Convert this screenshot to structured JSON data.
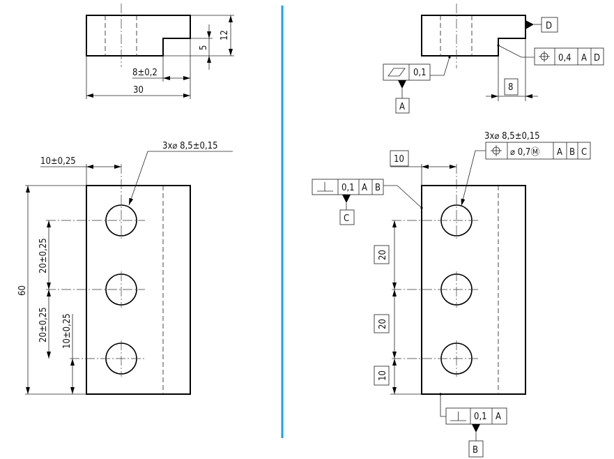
{
  "colors": {
    "divider": "#1aa3e8",
    "line": "#000000"
  },
  "left": {
    "top_view": {
      "dim_12": "12",
      "dim_5": "5",
      "dim_8": "8±0,2",
      "dim_30": "30"
    },
    "front_view": {
      "dim_10_top": "10±0,25",
      "hole_callout": "3x⌀ 8,5±0,15",
      "dim_60": "60",
      "dim_20_a": "20±0,25",
      "dim_20_b": "20±0,25",
      "dim_10_bottom": "10±0,25"
    }
  },
  "right": {
    "top_view": {
      "datum_d": "D",
      "position_tol": "0,4",
      "position_ref1": "A",
      "position_ref2": "D",
      "flatness_tol": "0,1",
      "datum_a": "A",
      "dim_8": "8"
    },
    "front_view": {
      "hole_callout": "3x⌀ 8,5±0,15",
      "hole_pos_tol": "⌀ 0,7Ⓜ",
      "hole_ref1": "A",
      "hole_ref2": "B",
      "hole_ref3": "C",
      "dim_10_top": "10",
      "perp_tol": "0,1",
      "perp_ref1": "A",
      "perp_ref2": "B",
      "datum_c": "C",
      "dim_20_a": "20",
      "dim_20_b": "20",
      "dim_10_bottom": "10",
      "perp2_tol": "0,1",
      "perp2_ref": "A",
      "datum_b": "B"
    }
  }
}
